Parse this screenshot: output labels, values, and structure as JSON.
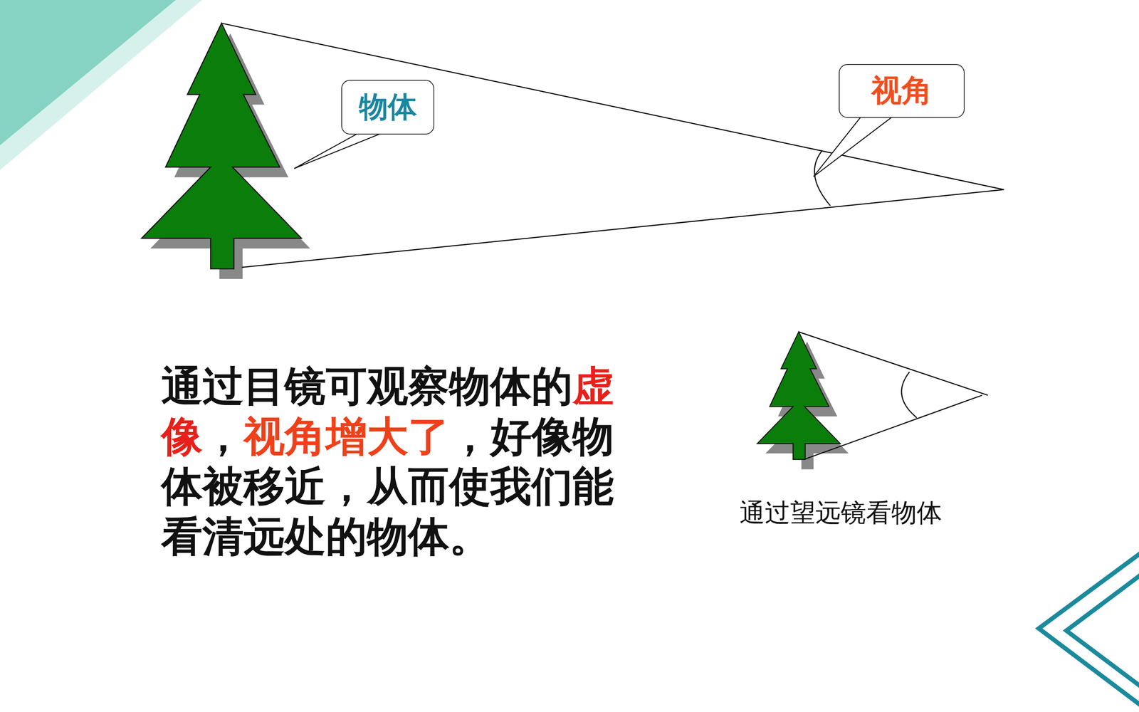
{
  "diagram": {
    "caption": "通过望远镜看物体",
    "nodes": [
      {
        "text": [
          "物体"
        ]
      },
      {
        "text": [
          "视角"
        ]
      }
    ],
    "labels": [
      "通过目镜可观察物体的",
      "虚像",
      "，",
      "视角增大了",
      "，好像物体被移近，从而使我们能看清远处的物体。"
    ]
  }
}
